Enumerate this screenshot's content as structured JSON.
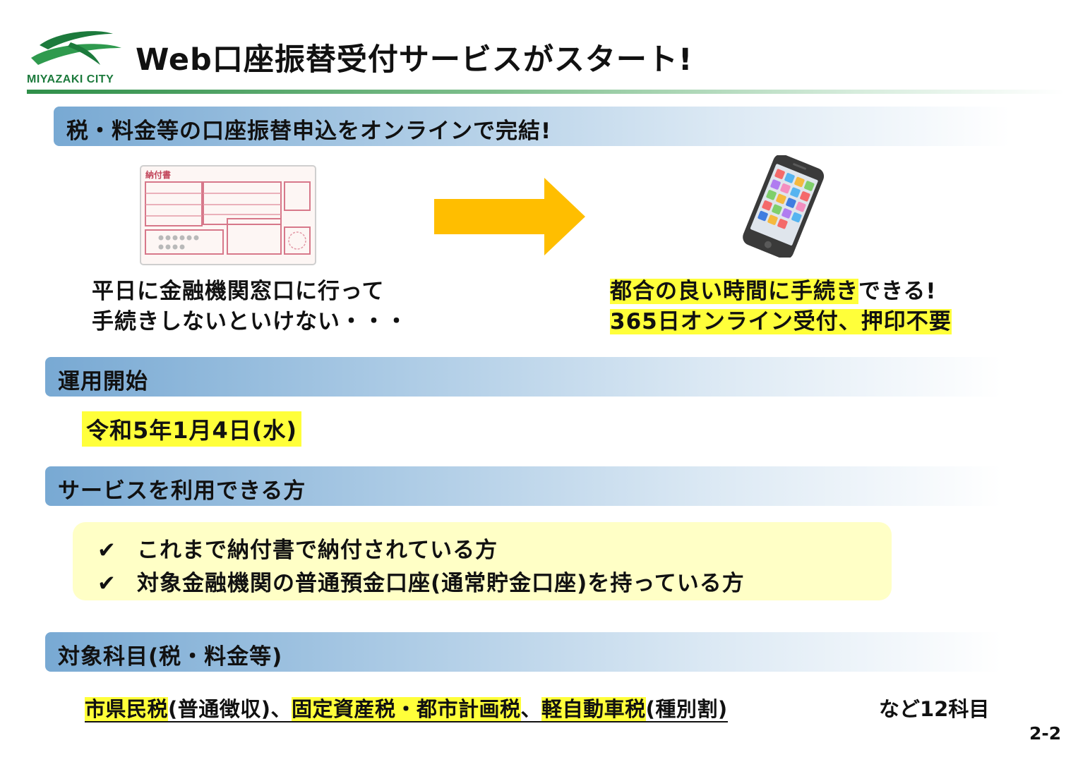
{
  "header": {
    "logo_text": "MIYAZAKI CITY",
    "title": "Web口座振替受付サービスがスタート!"
  },
  "sections": {
    "s1": {
      "heading": "税・料金等の口座振替申込をオンラインで完結!"
    },
    "s2": {
      "heading": "運用開始"
    },
    "s3": {
      "heading": "サービスを利用できる方"
    },
    "s4": {
      "heading": "対象科目(税・料金等)"
    }
  },
  "compare": {
    "before_illustration": "payment-slip-illustration",
    "before_slip_label": "納付書",
    "before_line1": "平日に金融機関窓口に行って",
    "before_line2": "手続きしないといけない・・・",
    "arrow": "right-arrow-icon",
    "after_illustration": "smartphone-illustration",
    "after_line1_highlight": "都合の良い時間に手続き",
    "after_line1_rest": "できる!",
    "after_line2": "365日オンライン受付、押印不要"
  },
  "start": {
    "date": "令和5年1月4日(水)"
  },
  "eligible": {
    "check_icon": "✔",
    "items": [
      "これまで納付書で納付されている方",
      "対象金融機関の普通預金口座(通常貯金口座)を持っている方"
    ]
  },
  "subjects": {
    "t1": "市県民税",
    "t2": "(普通徴収)、",
    "t3": "固定資産税・都市計画税",
    "t4": "、",
    "t5": "軽自動車税",
    "t6": "(種別割)",
    "tail": "など12科目"
  },
  "page_number": "2-2",
  "colors": {
    "brand_green": "#1c7a3c",
    "section_blue": "#78a9d3",
    "highlight_yellow": "#ffff3a",
    "box_yellow": "#ffffc6",
    "arrow_orange": "#ffbe00"
  }
}
